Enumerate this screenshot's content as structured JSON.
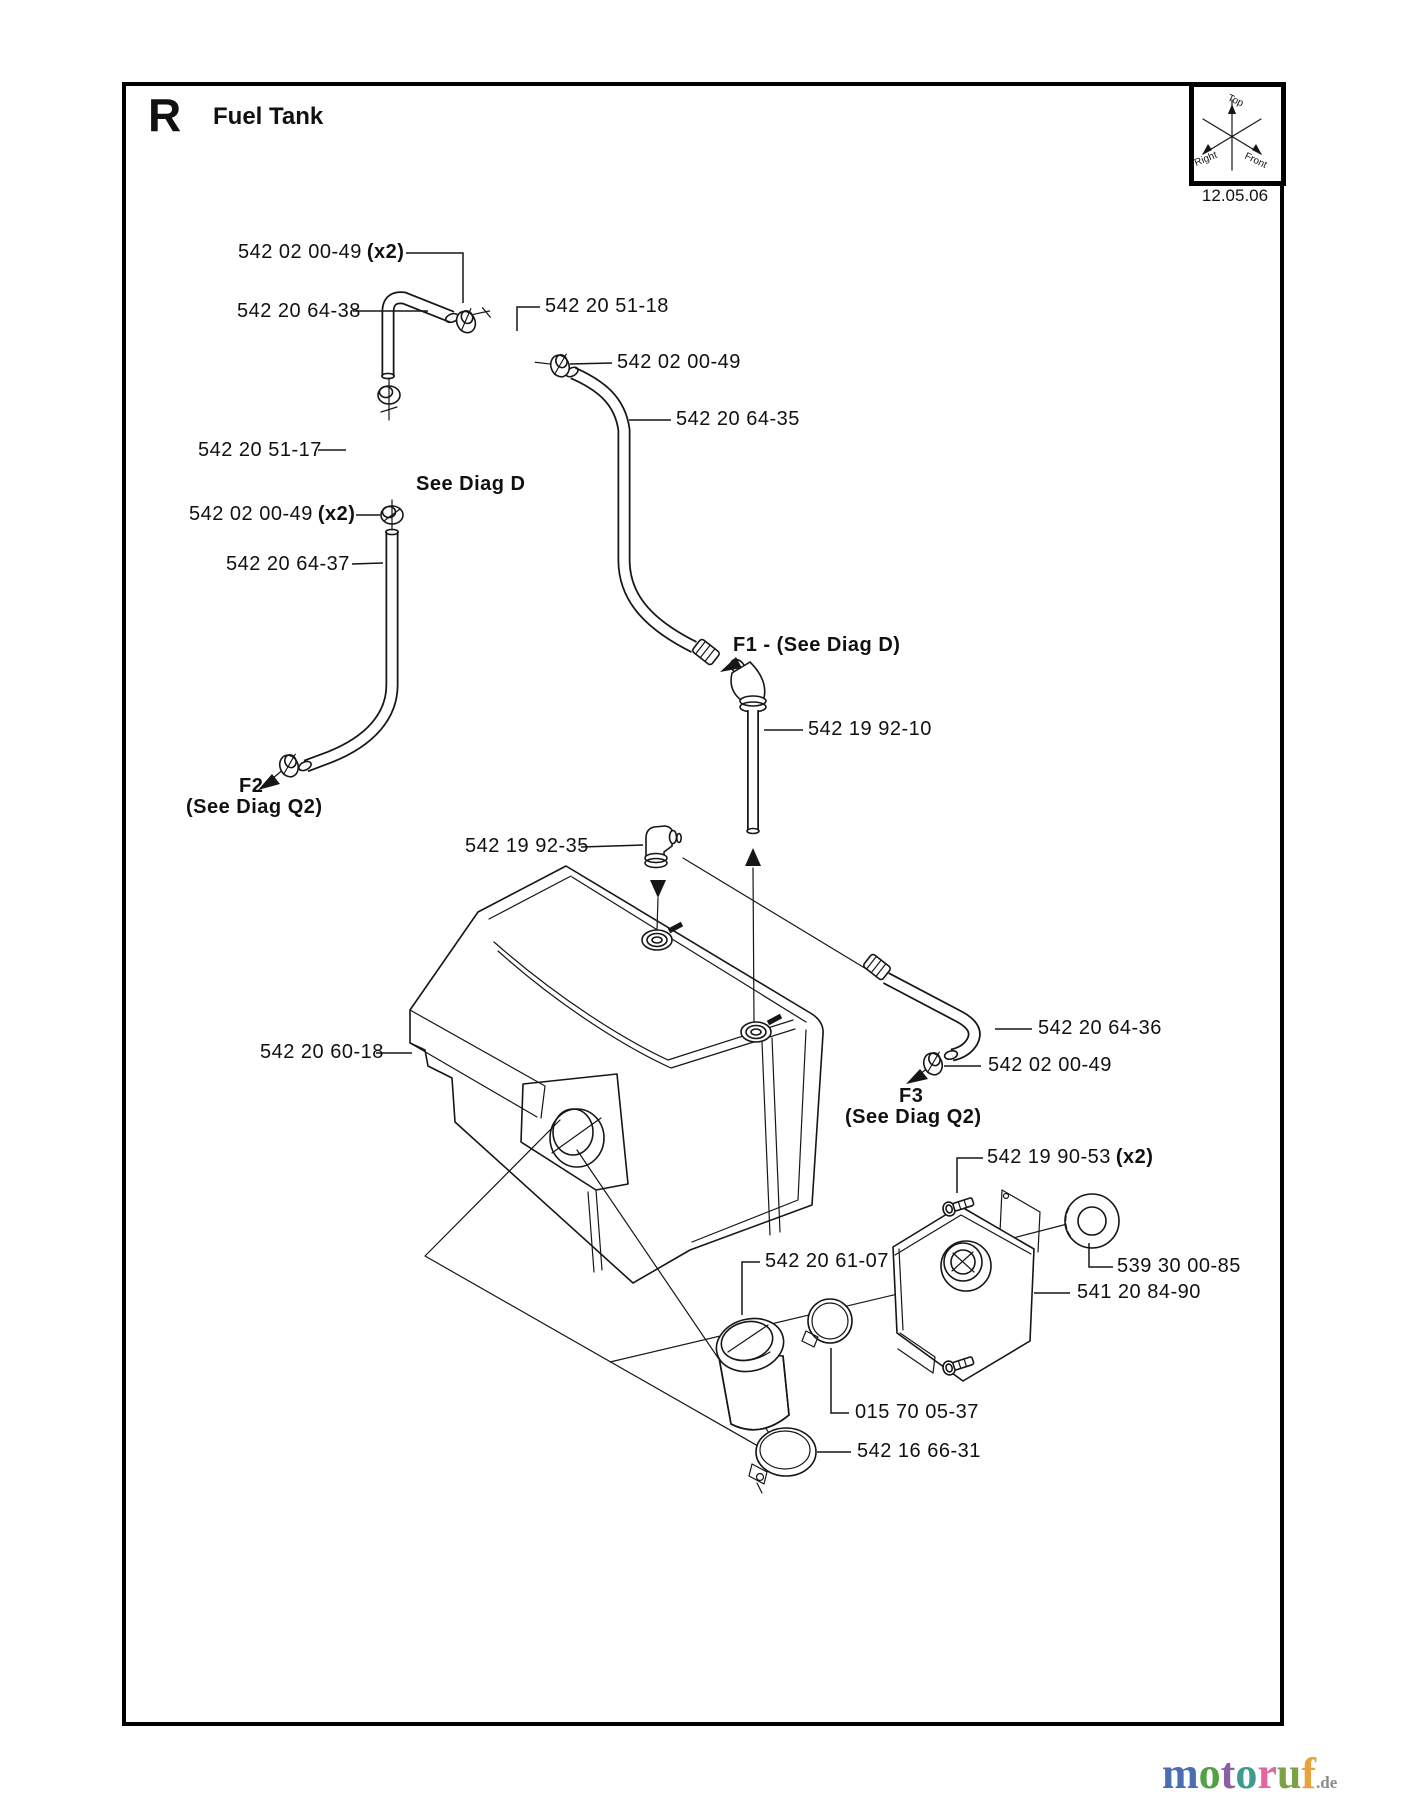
{
  "header": {
    "section_letter": "R",
    "section_title": "Fuel Tank",
    "revision_date": "12.05.06",
    "orientation_cube": {
      "top_label": "Top",
      "right_label": "Right",
      "front_label": "Front"
    }
  },
  "callouts": {
    "c01": {
      "part": "542 02 00-49",
      "qty": "(x2)"
    },
    "c02": {
      "part": "542 20 64-38"
    },
    "c03": {
      "part": "542 20 51-18"
    },
    "c04": {
      "part": "542 02 00-49"
    },
    "c05": {
      "part": "542 20 64-35"
    },
    "c06": {
      "part": "542 20 51-17"
    },
    "c07": {
      "ref": "See Diag D"
    },
    "c08": {
      "part": "542 02 00-49",
      "qty": "(x2)"
    },
    "c09": {
      "part": "542 20 64-37"
    },
    "c10": {
      "ref": "F1 - (See Diag D)"
    },
    "c11": {
      "part": "542 19 92-10"
    },
    "c12": {
      "ref": "F2",
      "ref_sub": "(See Diag Q2)"
    },
    "c13": {
      "part": "542 19 92-35"
    },
    "c14": {
      "part": "542 20 60-18"
    },
    "c15": {
      "part": "542 20 64-36"
    },
    "c16": {
      "part": "542 02 00-49"
    },
    "c17": {
      "ref": "F3",
      "ref_sub": "(See Diag Q2)"
    },
    "c18": {
      "part": "542 19 90-53",
      "qty": "(x2)"
    },
    "c19": {
      "part": "539 30 00-85"
    },
    "c20": {
      "part": "541 20 84-90"
    },
    "c21": {
      "part": "542 20 61-07"
    },
    "c22": {
      "part": "015 70 05-37"
    },
    "c23": {
      "part": "542 16 66-31"
    }
  },
  "watermark": {
    "brand_letters": [
      {
        "ch": "m",
        "color": "#4a6db3"
      },
      {
        "ch": "o",
        "color": "#55a046"
      },
      {
        "ch": "t",
        "color": "#8a5fa8"
      },
      {
        "ch": "o",
        "color": "#3f9b8d"
      },
      {
        "ch": "r",
        "color": "#e2679f"
      },
      {
        "ch": "u",
        "color": "#7ba244"
      },
      {
        "ch": "f",
        "color": "#e9a23b"
      }
    ],
    "tld": ".de"
  }
}
